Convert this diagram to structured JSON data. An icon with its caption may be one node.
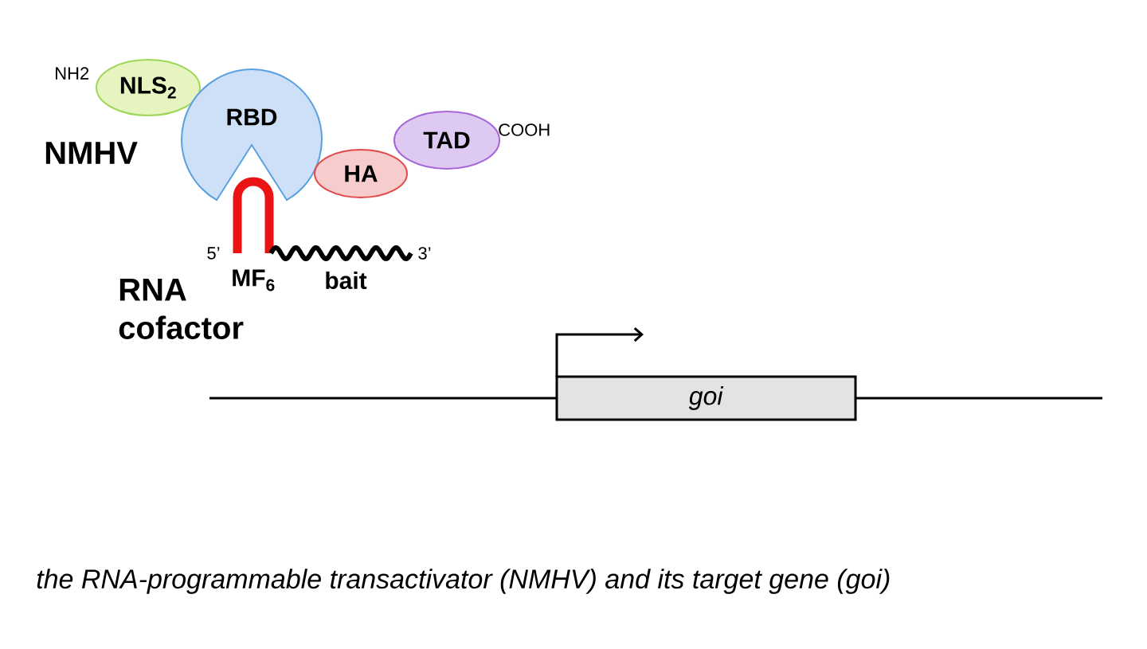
{
  "diagram": {
    "caption": "the RNA-programmable transactivator (NMHV) and its target gene (goi)",
    "nodes": [
      {
        "text": [
          "NLS$_{2}$"
        ],
        "beside": [
          "NH2"
        ]
      },
      {
        "text": [
          "RBD"
        ]
      },
      {
        "text": [
          "HA"
        ]
      },
      {
        "text": [
          "TAD"
        ],
        "beside": [
          "COOH"
        ]
      },
      {
        "text": [
          "*goi*"
        ]
      }
    ],
    "labels": [
      "NMHV",
      "5’",
      "3’",
      "MF$_{6}$",
      "bait",
      "RNA cofactor"
    ]
  }
}
